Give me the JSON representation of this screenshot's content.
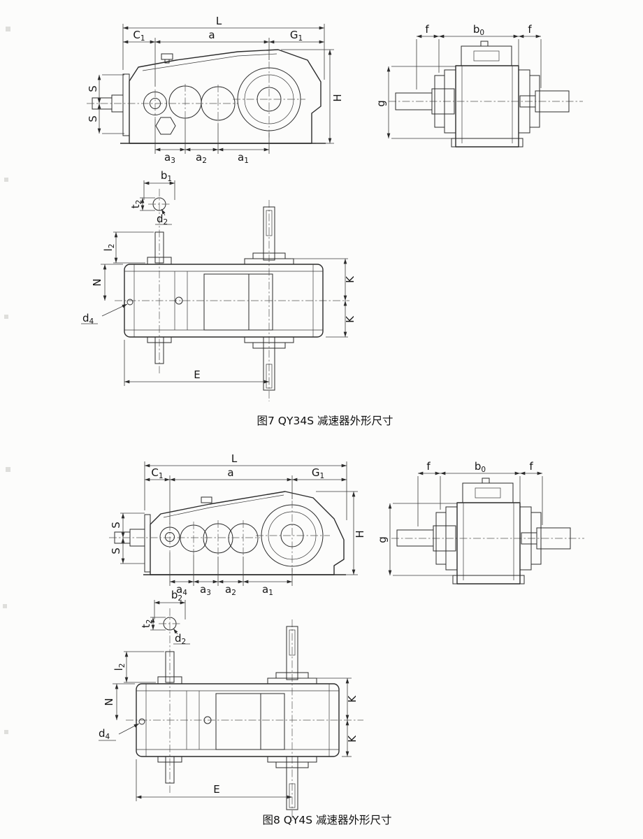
{
  "fig7": {
    "caption": "图7 QY34S 减速器外形尺寸",
    "side": {
      "L": "L",
      "a": "a",
      "C1": {
        "m": "C",
        "s": "1"
      },
      "G1": {
        "m": "G",
        "s": "1"
      },
      "S1": "S",
      "S2": "S",
      "H": "H",
      "a3": {
        "m": "a",
        "s": "3"
      },
      "a2": {
        "m": "a",
        "s": "2"
      },
      "a1": {
        "m": "a",
        "s": "1"
      }
    },
    "end": {
      "f1": "f",
      "b0": {
        "m": "b",
        "s": "0"
      },
      "f2": "f",
      "g": "g"
    },
    "plan": {
      "b1": {
        "m": "b",
        "s": "1"
      },
      "t2": {
        "m": "t",
        "s": "2"
      },
      "d2": {
        "m": "d",
        "s": "2"
      },
      "l2": {
        "m": "l",
        "s": "2"
      },
      "N": "N",
      "d4": {
        "m": "d",
        "s": "4"
      },
      "K1": "K",
      "K2": "K",
      "E": "E"
    }
  },
  "fig8": {
    "caption": "图8 QY4S 减速器外形尺寸",
    "side": {
      "L": "L",
      "a": "a",
      "C1": {
        "m": "C",
        "s": "1"
      },
      "G1": {
        "m": "G",
        "s": "1"
      },
      "S1": "S",
      "S2": "S",
      "H": "H",
      "a4": {
        "m": "a",
        "s": "4"
      },
      "a3": {
        "m": "a",
        "s": "3"
      },
      "a2": {
        "m": "a",
        "s": "2"
      },
      "a1": {
        "m": "a",
        "s": "1"
      }
    },
    "end": {
      "f1": "f",
      "b0": {
        "m": "b",
        "s": "0"
      },
      "f2": "f",
      "g": "g"
    },
    "plan": {
      "b2": {
        "m": "b",
        "s": "2"
      },
      "t2": {
        "m": "t",
        "s": "2"
      },
      "d2": {
        "m": "d",
        "s": "2"
      },
      "l2": {
        "m": "l",
        "s": "2"
      },
      "N": "N",
      "d4": {
        "m": "d",
        "s": "4"
      },
      "K1": "K",
      "K2": "K",
      "E": "E"
    }
  }
}
